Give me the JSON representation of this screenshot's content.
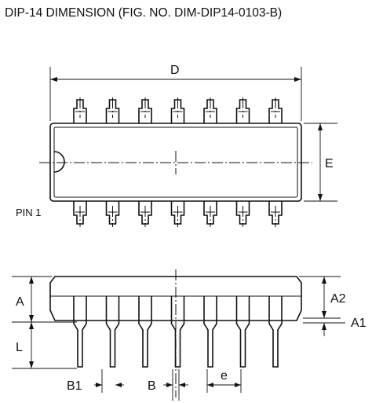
{
  "title": "DIP-14 DIMENSION (FIG. NO. DIM-DIP14-0103-B)",
  "top_view": {
    "dimension_length": "D",
    "dimension_width": "E",
    "pin1_label": "PIN 1"
  },
  "side_view": {
    "label_A": "A",
    "label_L": "L",
    "label_A2": "A2",
    "label_A1": "A1",
    "label_B1": "B1",
    "label_B": "B",
    "label_e": "e"
  },
  "package": {
    "pins_per_side": 7
  }
}
